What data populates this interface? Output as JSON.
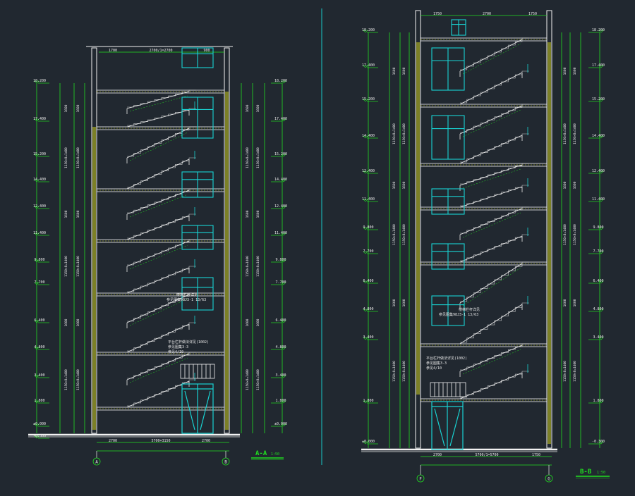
{
  "colors": {
    "background": "#212830",
    "wall": "#f2f2f2",
    "dimension": "#22dd22",
    "window": "#19d3d3",
    "hatch": "#c8c820",
    "stair": "#ececec",
    "divider": "#19c8c8",
    "title": "#20e020",
    "text": "#e8e8e8"
  },
  "left_section": {
    "title": "A-A",
    "scale": "1:50",
    "axis_labels": [
      "A",
      "B"
    ],
    "top_dim": "2700/1=2700",
    "bottom_dims": [
      "2700",
      "2700",
      "5700+3150"
    ],
    "left_elevations": [
      "18.200",
      "17.400",
      "15.200",
      "14.400",
      "12.400",
      "11.400",
      "9.800",
      "7.700",
      "6.400",
      "4.800",
      "3.400",
      "1.800",
      "±0.000",
      "-0.300"
    ],
    "right_elevations": [
      "18.200",
      "17.400",
      "15.200",
      "14.400",
      "12.400",
      "11.400",
      "9.800",
      "7.700",
      "6.400",
      "4.800",
      "3.400",
      "1.800",
      "±0.000"
    ],
    "note1_line1": "楼梯栏杆详见",
    "note1_line2": "参见图集98J3-1 13/63",
    "note2_line1": "平台栏杆做法详见(1002)",
    "note2_line2": "参见图集3-3",
    "note2_line3": "参见4/10"
  },
  "right_section": {
    "title": "B-B",
    "scale": "1:50",
    "axis_labels": [
      "F",
      "G"
    ],
    "top_dim": "2700",
    "bottom_dims": [
      "2700",
      "5700/1=5700",
      "1750"
    ],
    "left_elevations": [
      "18.200",
      "17.400",
      "15.200",
      "14.400",
      "12.400",
      "11.400",
      "9.800",
      "7.700",
      "6.400",
      "4.800",
      "3.400",
      "1.800",
      "±0.000"
    ],
    "right_elevations": [
      "18.200",
      "17.400",
      "15.200",
      "14.400",
      "12.400",
      "11.400",
      "9.800",
      "7.700",
      "6.400",
      "4.800",
      "3.400",
      "1.800",
      "-0.300"
    ],
    "note1_line1": "楼梯栏杆详见",
    "note1_line2": "参见图集98J3-1 13/63",
    "note2_line1": "平台栏杆做法详见(1002)",
    "note2_line2": "参见图集3-3",
    "note2_line3": "参见4/10"
  }
}
